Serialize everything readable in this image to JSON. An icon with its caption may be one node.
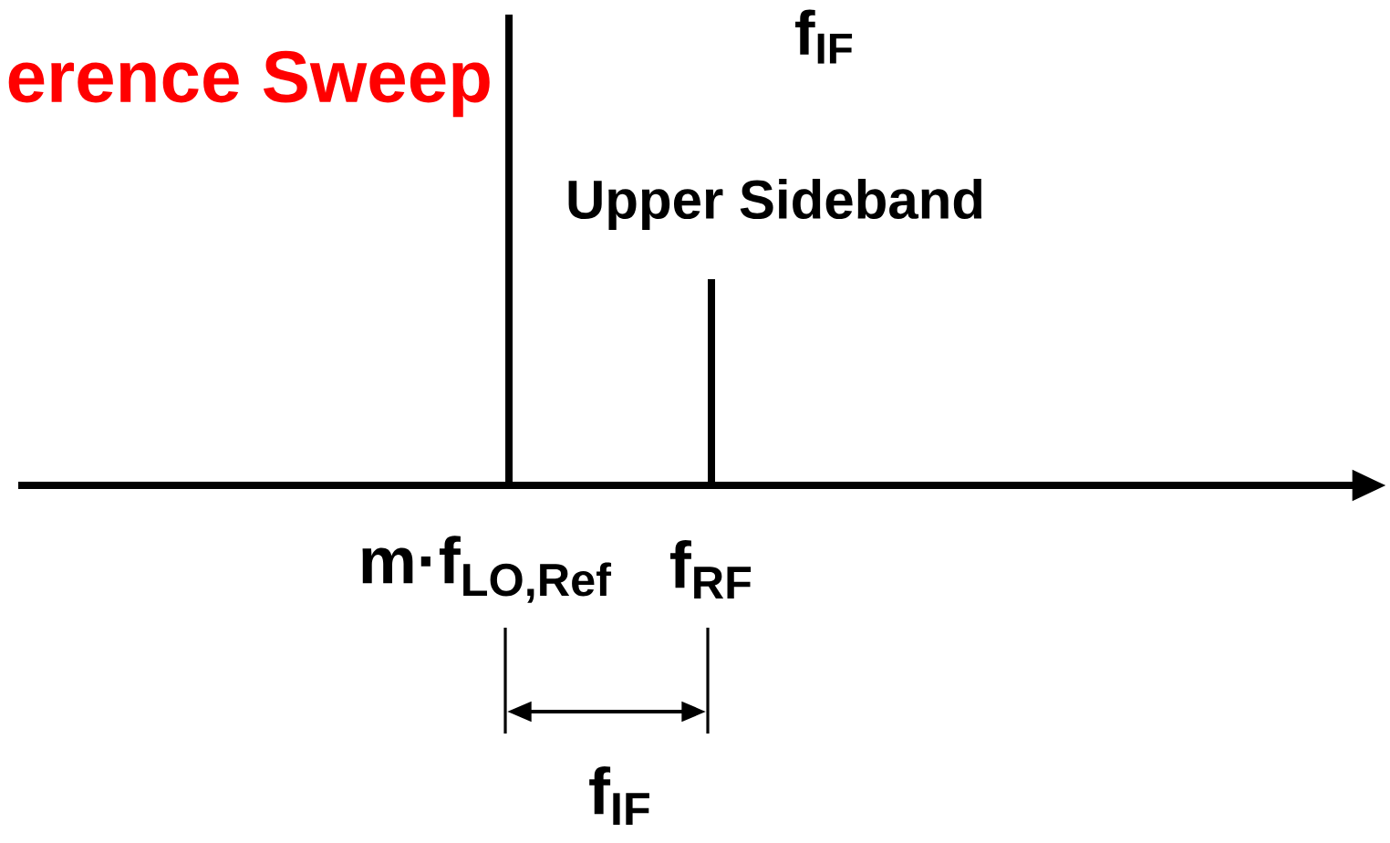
{
  "diagram": {
    "labels": [
      "erence Sweep",
      "f$_{IF}$",
      "Upper Sideband",
      "m·f$_{LO,Ref}$",
      "f$_{RF}$",
      "f$_{IF}$"
    ]
  }
}
